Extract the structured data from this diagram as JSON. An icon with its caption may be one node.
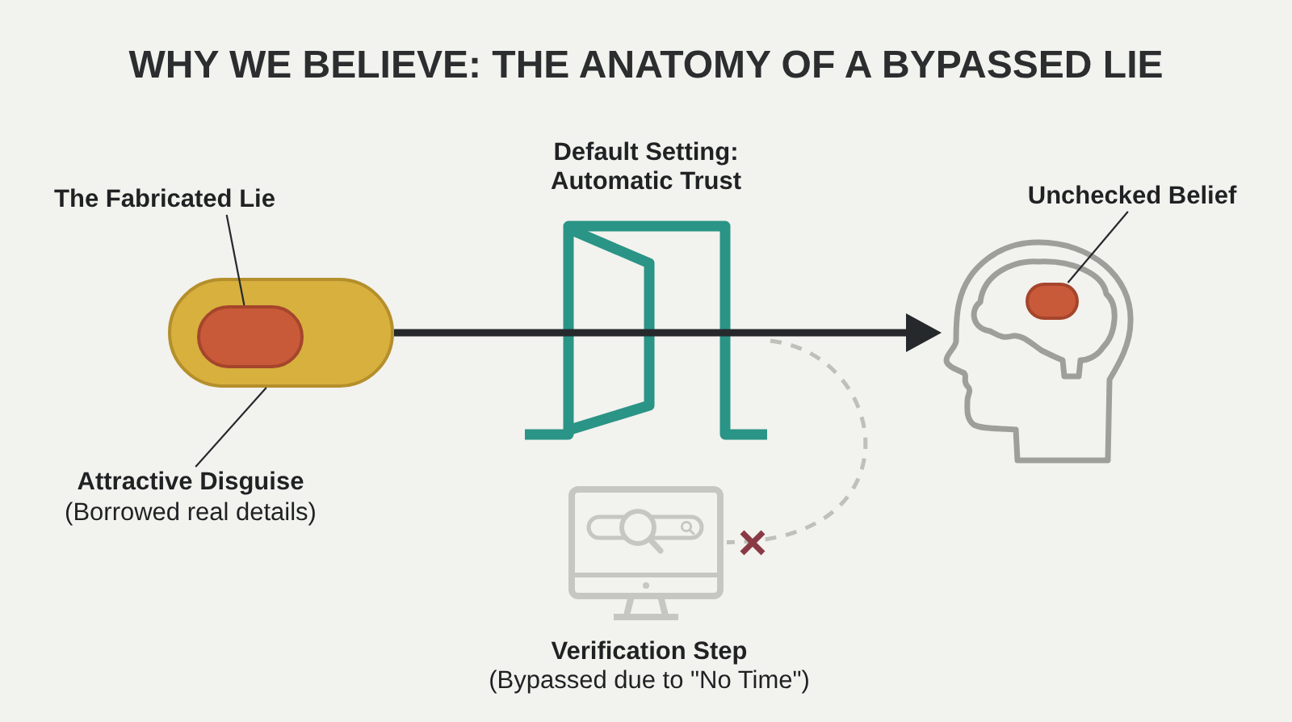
{
  "diagram": {
    "title": "WHY WE BELIEVE: THE ANATOMY OF A BYPASSED LIE",
    "nodes": [
      {
        "text": [
          "The Fabricated Lie"
        ]
      },
      {
        "text": [],
        "shape": "capsule"
      },
      {
        "text": [],
        "shape": "capsule",
        "in": 1
      },
      {
        "text": [
          "Attractive Disguise",
          "(Borrowed real details)"
        ]
      },
      {
        "text": [],
        "shape": "picture",
        "beside": [
          "Default Setting: Automatic Trust"
        ]
      },
      {
        "text": [
          "Unchecked Belief"
        ]
      },
      {
        "text": [],
        "shape": "picture"
      },
      {
        "text": [],
        "shape": "capsule",
        "in": 6
      },
      {
        "text": [],
        "shape": "picture",
        "beside": [
          "Verification Step",
          "(Bypassed due to \"No Time\")"
        ]
      }
    ],
    "edges": [
      {
        "from": 1,
        "to": 4,
        "arrow": "none",
        "style": "thick"
      },
      {
        "from": 4,
        "to": 6,
        "arrow": "to",
        "style": "thick"
      },
      {
        "from": 4,
        "to": 8,
        "arrow": "none",
        "style": "dashed",
        "color": "#c0c0bb"
      },
      {
        "from": 0,
        "to": 2,
        "arrow": "none"
      },
      {
        "from": 3,
        "to": 1,
        "arrow": "none"
      },
      {
        "from": 5,
        "to": 7,
        "arrow": "none"
      }
    ]
  }
}
